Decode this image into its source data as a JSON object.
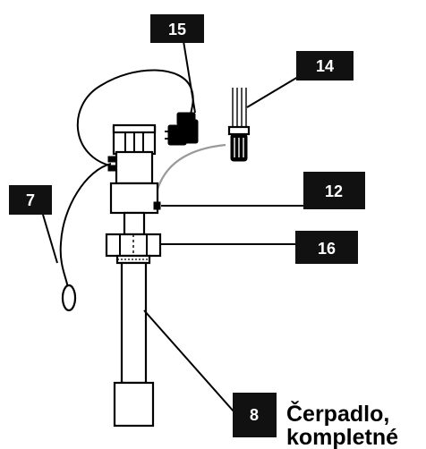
{
  "callouts": [
    {
      "id": "c15",
      "label": "15"
    },
    {
      "id": "c14",
      "label": "14"
    },
    {
      "id": "c7",
      "label": "7"
    },
    {
      "id": "c12",
      "label": "12"
    },
    {
      "id": "c16",
      "label": "16"
    },
    {
      "id": "c8",
      "label": "8"
    }
  ],
  "caption": {
    "line1": "Čerpadlo,",
    "line2": "kompletné"
  }
}
